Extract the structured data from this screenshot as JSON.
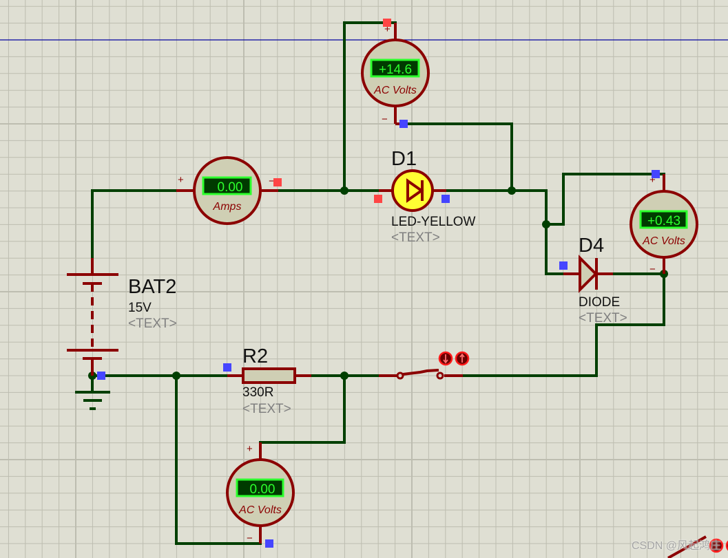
{
  "app": "Proteus ISIS schematic",
  "colors": {
    "background": "#dfdfd3",
    "grid": "#bdbdb0",
    "wire": "#003f00",
    "component": "#8b0000",
    "lcd_text": "#2cff2c",
    "led_fill": "#ffff33",
    "pin_red": "#ff4545",
    "pin_blue": "#4545ff",
    "guide_line": "#0000a0"
  },
  "components": {
    "voltmeter_top": {
      "type": "AC voltmeter",
      "reading": "+14.6",
      "unit_label": "AC Volts",
      "plus": "+",
      "minus": "−"
    },
    "ammeter": {
      "type": "ammeter",
      "reading": "0.00",
      "unit_label": "Amps",
      "plus": "+",
      "minus": "−"
    },
    "voltmeter_right": {
      "type": "AC voltmeter",
      "reading": "+0.43",
      "unit_label": "AC Volts",
      "plus": "+",
      "minus": "−"
    },
    "voltmeter_bottom": {
      "type": "AC voltmeter",
      "reading": "0.00",
      "unit_label": "AC Volts",
      "plus": "+",
      "minus": "−"
    },
    "d1": {
      "ref": "D1",
      "value": "LED-YELLOW",
      "text": "<TEXT>"
    },
    "d4": {
      "ref": "D4",
      "value": "DIODE",
      "text": "<TEXT>"
    },
    "bat2": {
      "ref": "BAT2",
      "value": "15V",
      "text": "<TEXT>"
    },
    "r2": {
      "ref": "R2",
      "value": "330R",
      "text": "<TEXT>"
    },
    "switch": {
      "type": "push switch",
      "state": "open"
    }
  },
  "watermark": "CSDN @风起鸿庄"
}
